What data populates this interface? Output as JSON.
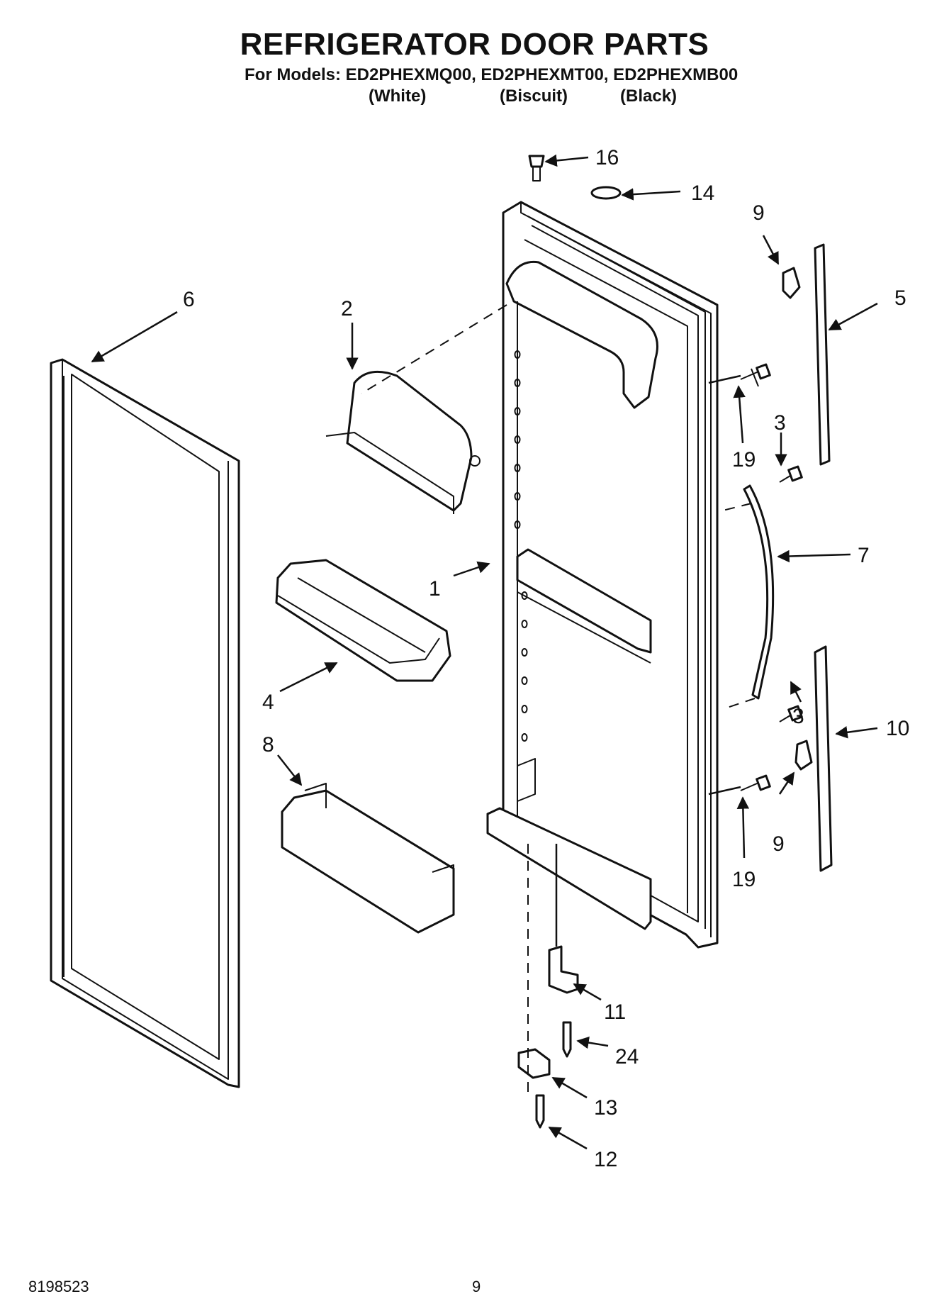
{
  "header": {
    "title": "REFRIGERATOR DOOR PARTS",
    "models_line": "For Models: ED2PHEXMQ00, ED2PHEXMT00, ED2PHEXMB00",
    "variants": [
      "(White)",
      "(Biscuit)",
      "(Black)"
    ]
  },
  "callouts": [
    "16",
    "14",
    "9",
    "5",
    "6",
    "2",
    "19",
    "3",
    "7",
    "1",
    "4",
    "3",
    "10",
    "8",
    "9",
    "19",
    "11",
    "24",
    "13",
    "12"
  ],
  "footer": {
    "doc_number": "8198523",
    "page_number": "9"
  }
}
